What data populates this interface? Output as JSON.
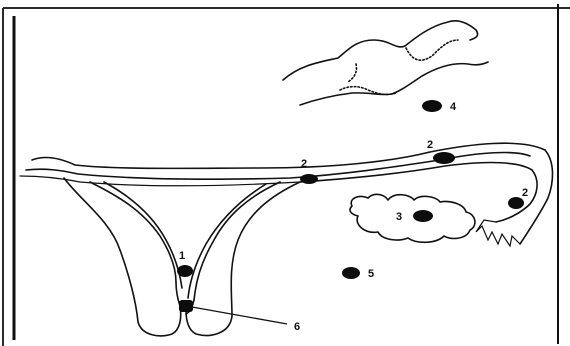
{
  "figure": {
    "labels": {
      "site_1": "1",
      "site_2a": "2",
      "site_2b": "2",
      "site_2c": "2",
      "site_3": "3",
      "site_4": "4",
      "site_5": "5",
      "site_6": "6"
    },
    "colors": {
      "background": "#ffffff",
      "frame": "#1a1a1a",
      "ink": "#111111"
    }
  }
}
